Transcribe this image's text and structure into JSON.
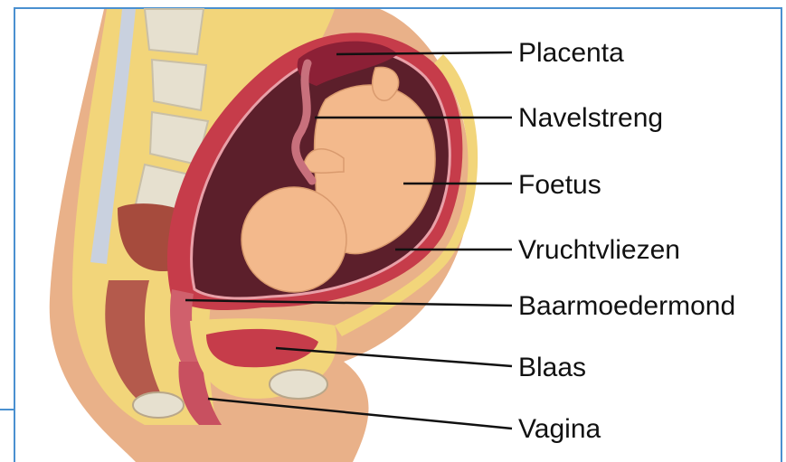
{
  "labels": [
    {
      "text": "Placenta"
    },
    {
      "text": "Navelstreng"
    },
    {
      "text": "Foetus"
    },
    {
      "text": "Vruchtvliezen"
    },
    {
      "text": "Baarmoedermond"
    },
    {
      "text": "Blaas"
    },
    {
      "text": "Vagina"
    }
  ],
  "colors": {
    "frame": "#4a90d0",
    "skin": "#e9b189",
    "uterus_wall": "#c63c4a",
    "fat": "#f2d57a",
    "fetus": "#f3b98c",
    "bone": "#e6e0cf",
    "leader": "#111111"
  }
}
